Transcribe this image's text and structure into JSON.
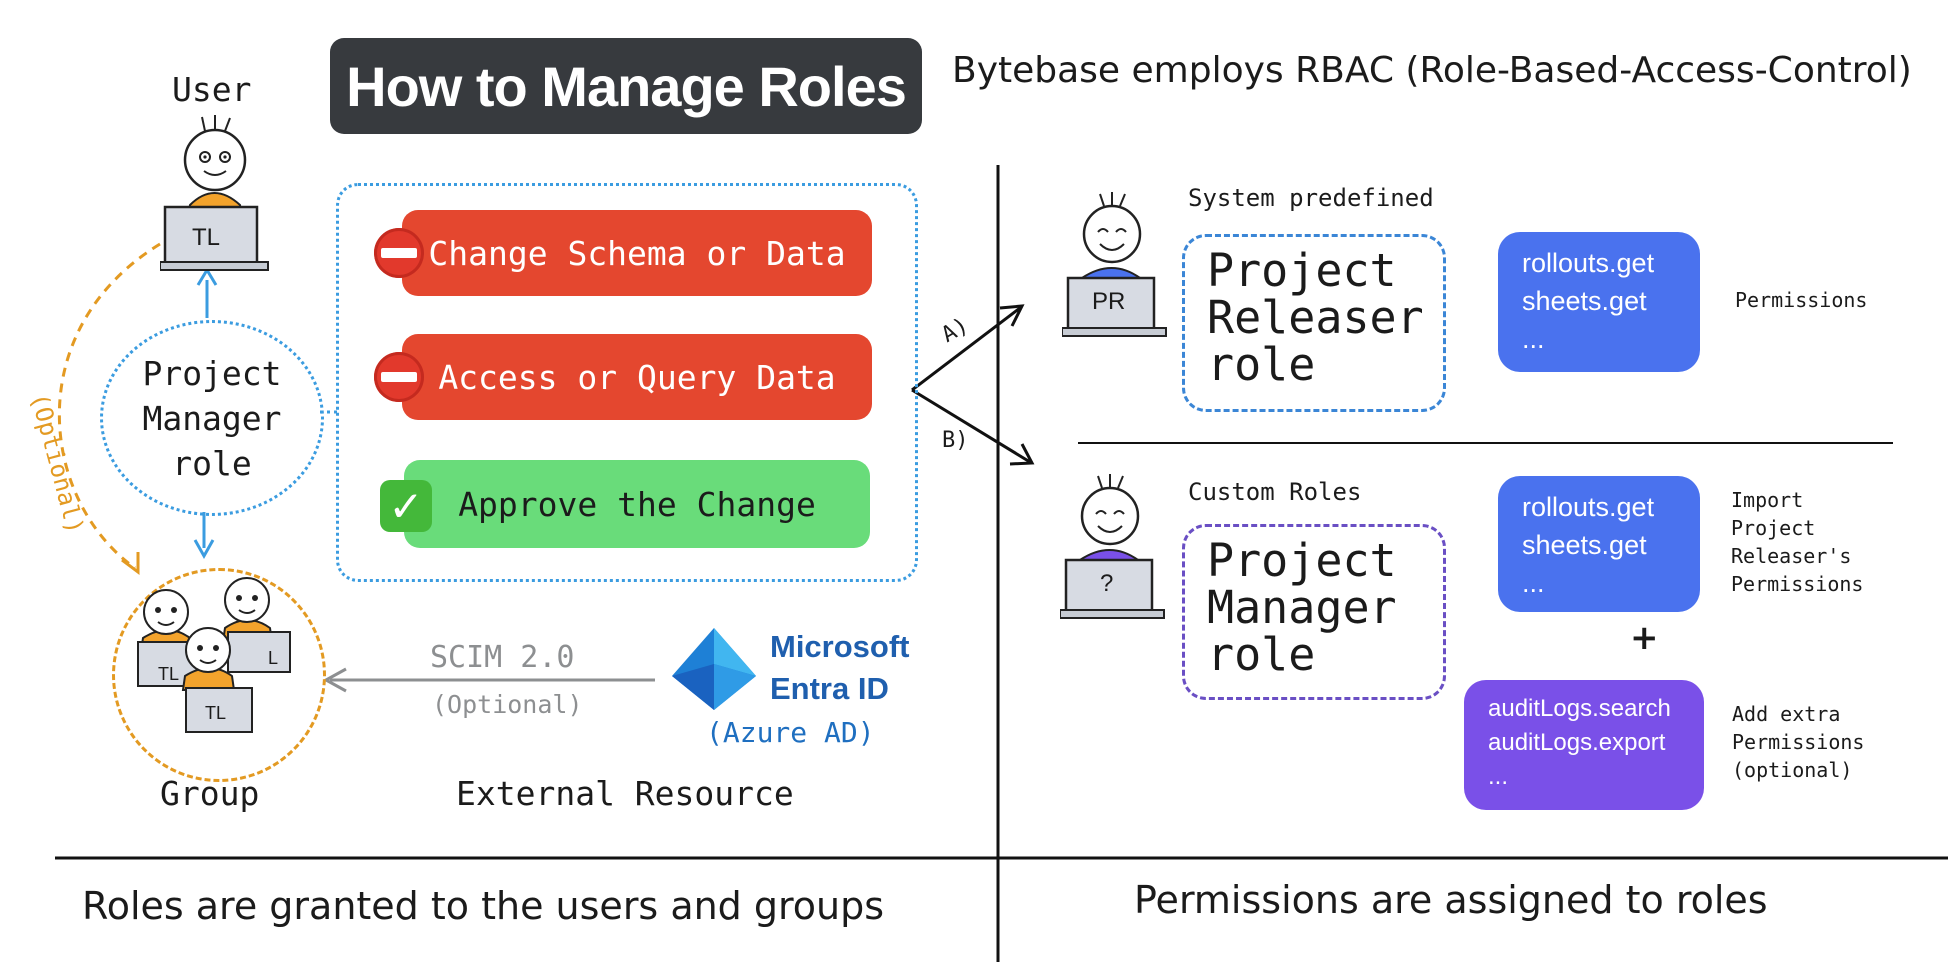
{
  "title": "How to Manage Roles",
  "subtitle": "Bytebase employs RBAC (Role-Based-Access-Control)",
  "left": {
    "user_label": "User",
    "user_laptop": "TL",
    "role_circle": "Project\nManager\nrole",
    "optional_label": "(Optional)",
    "group_label": "Group",
    "group_laptops": [
      "TL",
      "L",
      "TL"
    ],
    "permissions": [
      {
        "label": "Change Schema or Data",
        "status": "deny",
        "icon": "no-entry-icon"
      },
      {
        "label": "Access or Query Data",
        "status": "deny",
        "icon": "no-entry-icon"
      },
      {
        "label": "Approve the Change",
        "status": "allow",
        "icon": "check-mark-icon"
      }
    ],
    "scim_label": "SCIM 2.0",
    "scim_optional": "(Optional)",
    "microsoft_label": "Microsoft\nEntra ID",
    "azure_label": "(Azure AD)",
    "external_label": "External Resource",
    "bottom_text": "Roles are granted to the users and groups"
  },
  "right": {
    "arrow_a": "A)",
    "arrow_b": "B)",
    "system": {
      "heading": "System predefined",
      "avatar_laptop": "PR",
      "role": "Project\nReleaser\nrole",
      "permissions": "rollouts.get\nsheets.get\n...",
      "note": "Permissions"
    },
    "custom": {
      "heading": "Custom Roles",
      "avatar_laptop": "?",
      "role": "Project\nManager\nrole",
      "permissions": "rollouts.get\nsheets.get\n...",
      "note": "Import\nProject\nReleaser's\nPermissions",
      "plus": "+",
      "extra_permissions": "auditLogs.search\nauditLogs.export\n...",
      "extra_note": "Add extra\nPermissions\n(optional)"
    },
    "bottom_text": "Permissions are assigned to roles"
  },
  "colors": {
    "title_bg": "#373a3e",
    "deny": "#e4472f",
    "allow": "#69dc7a",
    "dotted_blue": "#3b9ce0",
    "group_orange": "#e39a22",
    "perm_blue": "#4a72ee",
    "perm_violet": "#7a50e8",
    "role_purple": "#6a4fc4",
    "microsoft_blue": "#1f5fae"
  }
}
